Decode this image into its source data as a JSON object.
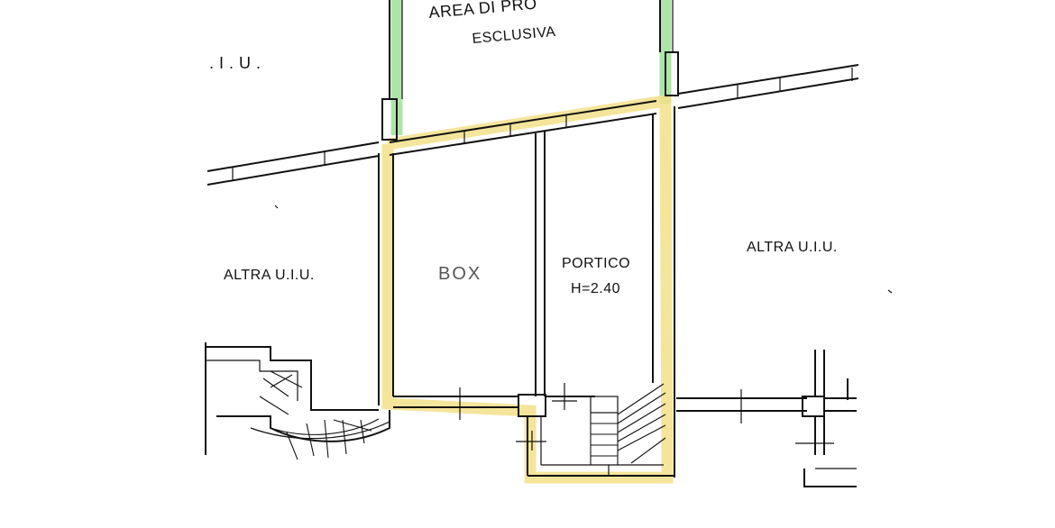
{
  "plan": {
    "labels": {
      "area_line1": "AREA DI PRO",
      "area_line2": "ESCLUSIVA",
      "uiu_top_left": ". I . U .",
      "altra_left": "ALTRA U.I.U.",
      "box": "BOX",
      "portico": "PORTICO",
      "portico_height": "H=2.40",
      "altra_right": "ALTRA U.I.U."
    },
    "colors": {
      "highlight_property": "#f3e08a",
      "highlight_exclusive_area": "#9fe09a",
      "walls": "#111111"
    }
  }
}
